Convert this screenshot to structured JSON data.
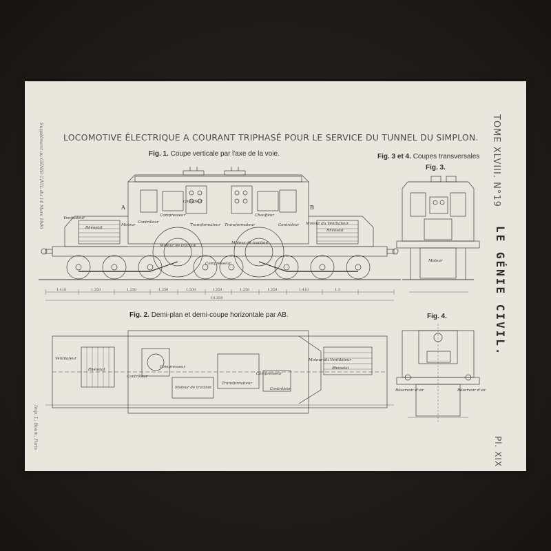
{
  "plate": {
    "title": "LOCOMOTIVE ÉLECTRIQUE A COURANT TRIPHASÉ POUR LE SERVICE DU TUNNEL DU SIMPLON.",
    "tome": "TOME XLVIII. N°19",
    "journal": "LE GÉNIE CIVIL.",
    "plate_number": "Pl. XIX",
    "supplement": "Supplément au GÉNIE CIVIL du 14 Mars 1906",
    "printer": "Imp. L. Bouin, Paris"
  },
  "figures": {
    "fig1": {
      "number": "Fig. 1.",
      "caption": "Coupe verticale par l'axe de la voie."
    },
    "fig34": {
      "number": "Fig. 3 et 4.",
      "caption": "Coupes transversales"
    },
    "fig3": {
      "number": "Fig. 3."
    },
    "fig2": {
      "number": "Fig. 2.",
      "caption": "Demi-plan et demi-coupe horizontale par AB."
    },
    "fig4": {
      "number": "Fig. 4."
    }
  },
  "section_marks": {
    "a": "A",
    "b": "B"
  },
  "fig1_labels": {
    "ventilateur_left": "Ventilateur",
    "rheostat_left": "Rhéostat",
    "moteur": "Moteur",
    "controleur_left": "Contrôleur",
    "compresseur": "Compresseur",
    "transformateur_left": "Transformateur",
    "transformateur_right": "Transformateur",
    "controleur_right": "Contrôleur",
    "moteur_ventilateur": "Moteur du Ventilateur",
    "rheostat_right": "Rhéostat",
    "moteur_traction_left": "Moteur de traction",
    "moteur_traction_right": "Moteur de traction",
    "compresseur_center": "Compresseur",
    "chauffeur": "Chauffeur",
    "chauffeur2": "Chauffeur"
  },
  "fig1_dimensions": [
    "1.410",
    "1.350",
    "1.250",
    "1.350",
    "1.500",
    "1.350",
    "1.250",
    "1.350",
    "1.410",
    "1.3"
  ],
  "fig1_total": "10.350",
  "fig2_labels": {
    "ventilateur": "Ventilateur",
    "rheostat_left": "Rhéostat",
    "controleur": "Contrôleur",
    "compresseur_left": "Compresseur",
    "moteur_traction": "Moteur de traction",
    "transformateur": "Transformateur",
    "compresseur_right": "Compresseur",
    "controleur_right": "Contrôleur",
    "moteur_ventilateur": "Moteur du Ventilateur",
    "rheostat_right": "Rhéostat"
  },
  "fig3_labels": {
    "moteur": "Moteur"
  },
  "fig4_labels": {
    "reservoir_left": "Réservoir d'air",
    "reservoir_right": "Réservoir d'air"
  }
}
